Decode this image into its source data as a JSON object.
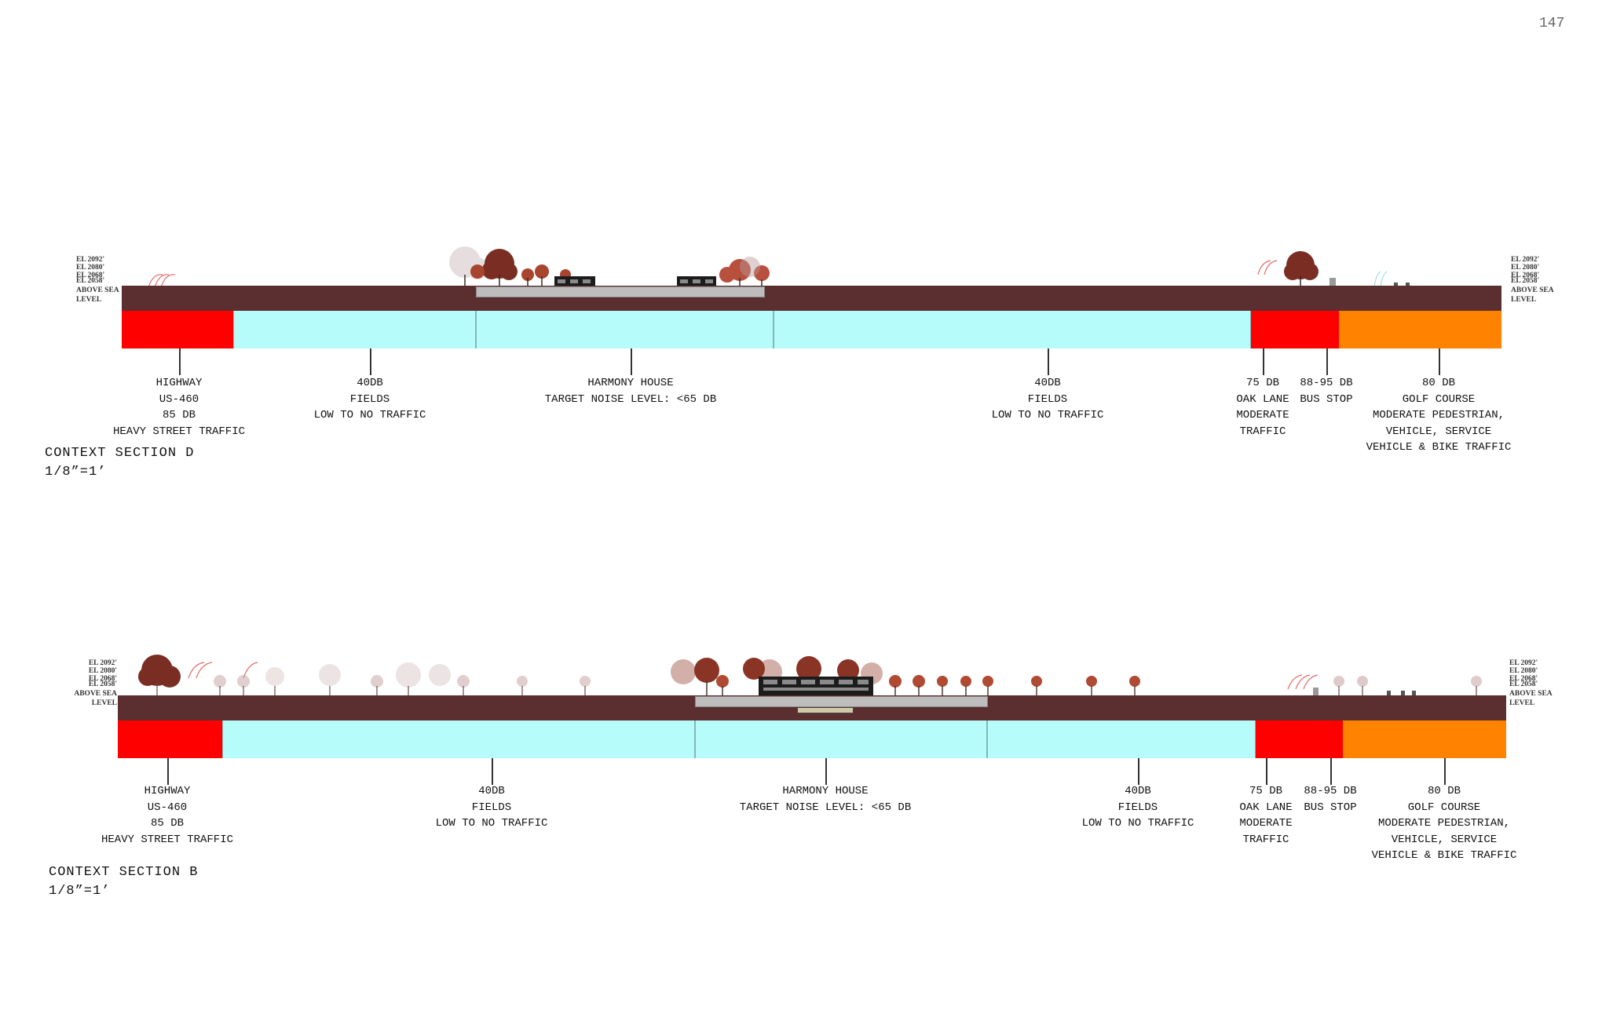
{
  "page": {
    "number": "147"
  },
  "elevation_labels": [
    "EL 2092'",
    "EL 2080'",
    "EL 2068'",
    "EL 2058'",
    "ABOVE SEA",
    "LEVEL"
  ],
  "colors": {
    "ground": "#5b2e2f",
    "highway_noise": "#ff0000",
    "quiet_noise": "#b6fcfa",
    "golf_noise": "#ff8200",
    "slab": "#bdbdbd"
  },
  "sections": [
    {
      "id": "section-d",
      "title": "CONTEXT SECTION D",
      "scale": "1/8”=1’",
      "zones": [
        {
          "name": "highway",
          "color": "red"
        },
        {
          "name": "fields-west",
          "color": "cyan"
        },
        {
          "name": "harmony-house",
          "color": "cyan"
        },
        {
          "name": "fields-east",
          "color": "cyan"
        },
        {
          "name": "oak-lane",
          "color": "red"
        },
        {
          "name": "golf-course",
          "color": "orange"
        }
      ],
      "callouts": [
        {
          "name": "highway",
          "lines": [
            "HIGHWAY",
            "US-460",
            "85 DB",
            "HEAVY STREET TRAFFIC"
          ]
        },
        {
          "name": "fields-west",
          "lines": [
            "40DB",
            "FIELDS",
            "LOW TO NO TRAFFIC"
          ]
        },
        {
          "name": "harmony-house",
          "lines": [
            "HARMONY HOUSE",
            "TARGET NOISE LEVEL: <65 DB"
          ]
        },
        {
          "name": "fields-east",
          "lines": [
            "40DB",
            "FIELDS",
            "LOW TO NO TRAFFIC"
          ]
        },
        {
          "name": "oak-lane",
          "lines": [
            "75 DB",
            "OAK LANE",
            "MODERATE",
            "TRAFFIC"
          ]
        },
        {
          "name": "bus-stop",
          "lines": [
            "88-95 DB",
            "BUS STOP"
          ]
        },
        {
          "name": "golf-course",
          "lines": [
            "80 DB",
            "GOLF COURSE",
            "MODERATE PEDESTRIAN,",
            "VEHICLE, SERVICE",
            "VEHICLE & BIKE TRAFFIC"
          ]
        }
      ]
    },
    {
      "id": "section-b",
      "title": "CONTEXT SECTION B",
      "scale": "1/8”=1’",
      "zones": [
        {
          "name": "highway",
          "color": "red"
        },
        {
          "name": "fields-west",
          "color": "cyan"
        },
        {
          "name": "harmony-house",
          "color": "cyan"
        },
        {
          "name": "fields-east",
          "color": "cyan"
        },
        {
          "name": "oak-lane",
          "color": "red"
        },
        {
          "name": "golf-course",
          "color": "orange"
        }
      ],
      "callouts": [
        {
          "name": "highway",
          "lines": [
            "HIGHWAY",
            "US-460",
            "85 DB",
            "HEAVY STREET TRAFFIC"
          ]
        },
        {
          "name": "fields-west",
          "lines": [
            "40DB",
            "FIELDS",
            "LOW TO NO TRAFFIC"
          ]
        },
        {
          "name": "harmony-house",
          "lines": [
            "HARMONY HOUSE",
            "TARGET NOISE LEVEL: <65 DB"
          ]
        },
        {
          "name": "fields-east",
          "lines": [
            "40DB",
            "FIELDS",
            "LOW TO NO TRAFFIC"
          ]
        },
        {
          "name": "oak-lane",
          "lines": [
            "75 DB",
            "OAK LANE",
            "MODERATE",
            "TRAFFIC"
          ]
        },
        {
          "name": "bus-stop",
          "lines": [
            "88-95 DB",
            "BUS STOP"
          ]
        },
        {
          "name": "golf-course",
          "lines": [
            "80 DB",
            "GOLF COURSE",
            "MODERATE PEDESTRIAN,",
            "VEHICLE, SERVICE",
            "VEHICLE & BIKE TRAFFIC"
          ]
        }
      ]
    }
  ]
}
